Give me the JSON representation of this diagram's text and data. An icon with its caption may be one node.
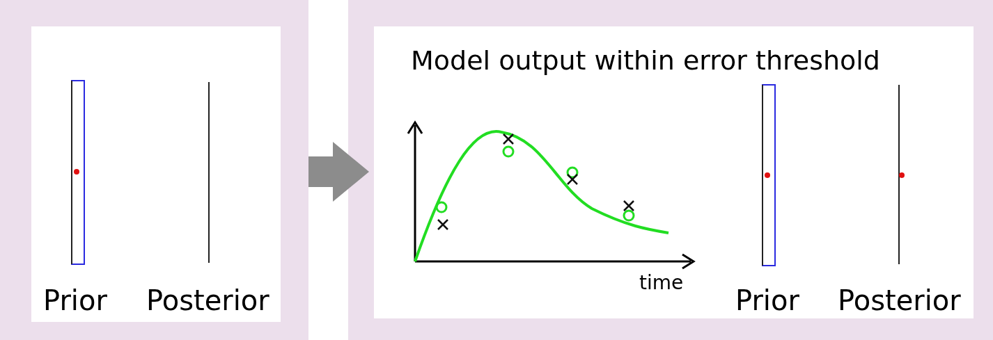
{
  "diagram": {
    "nodes": [
      {
        "text": [],
        "shape": "box"
      },
      {
        "text": [
          "Model output within error threshold"
        ]
      }
    ],
    "edges": [
      {
        "from": 0,
        "to": 1,
        "arrow": "to"
      }
    ],
    "labels": [
      "Prior",
      "Posterior",
      "time",
      "Prior",
      "Posterior"
    ]
  }
}
